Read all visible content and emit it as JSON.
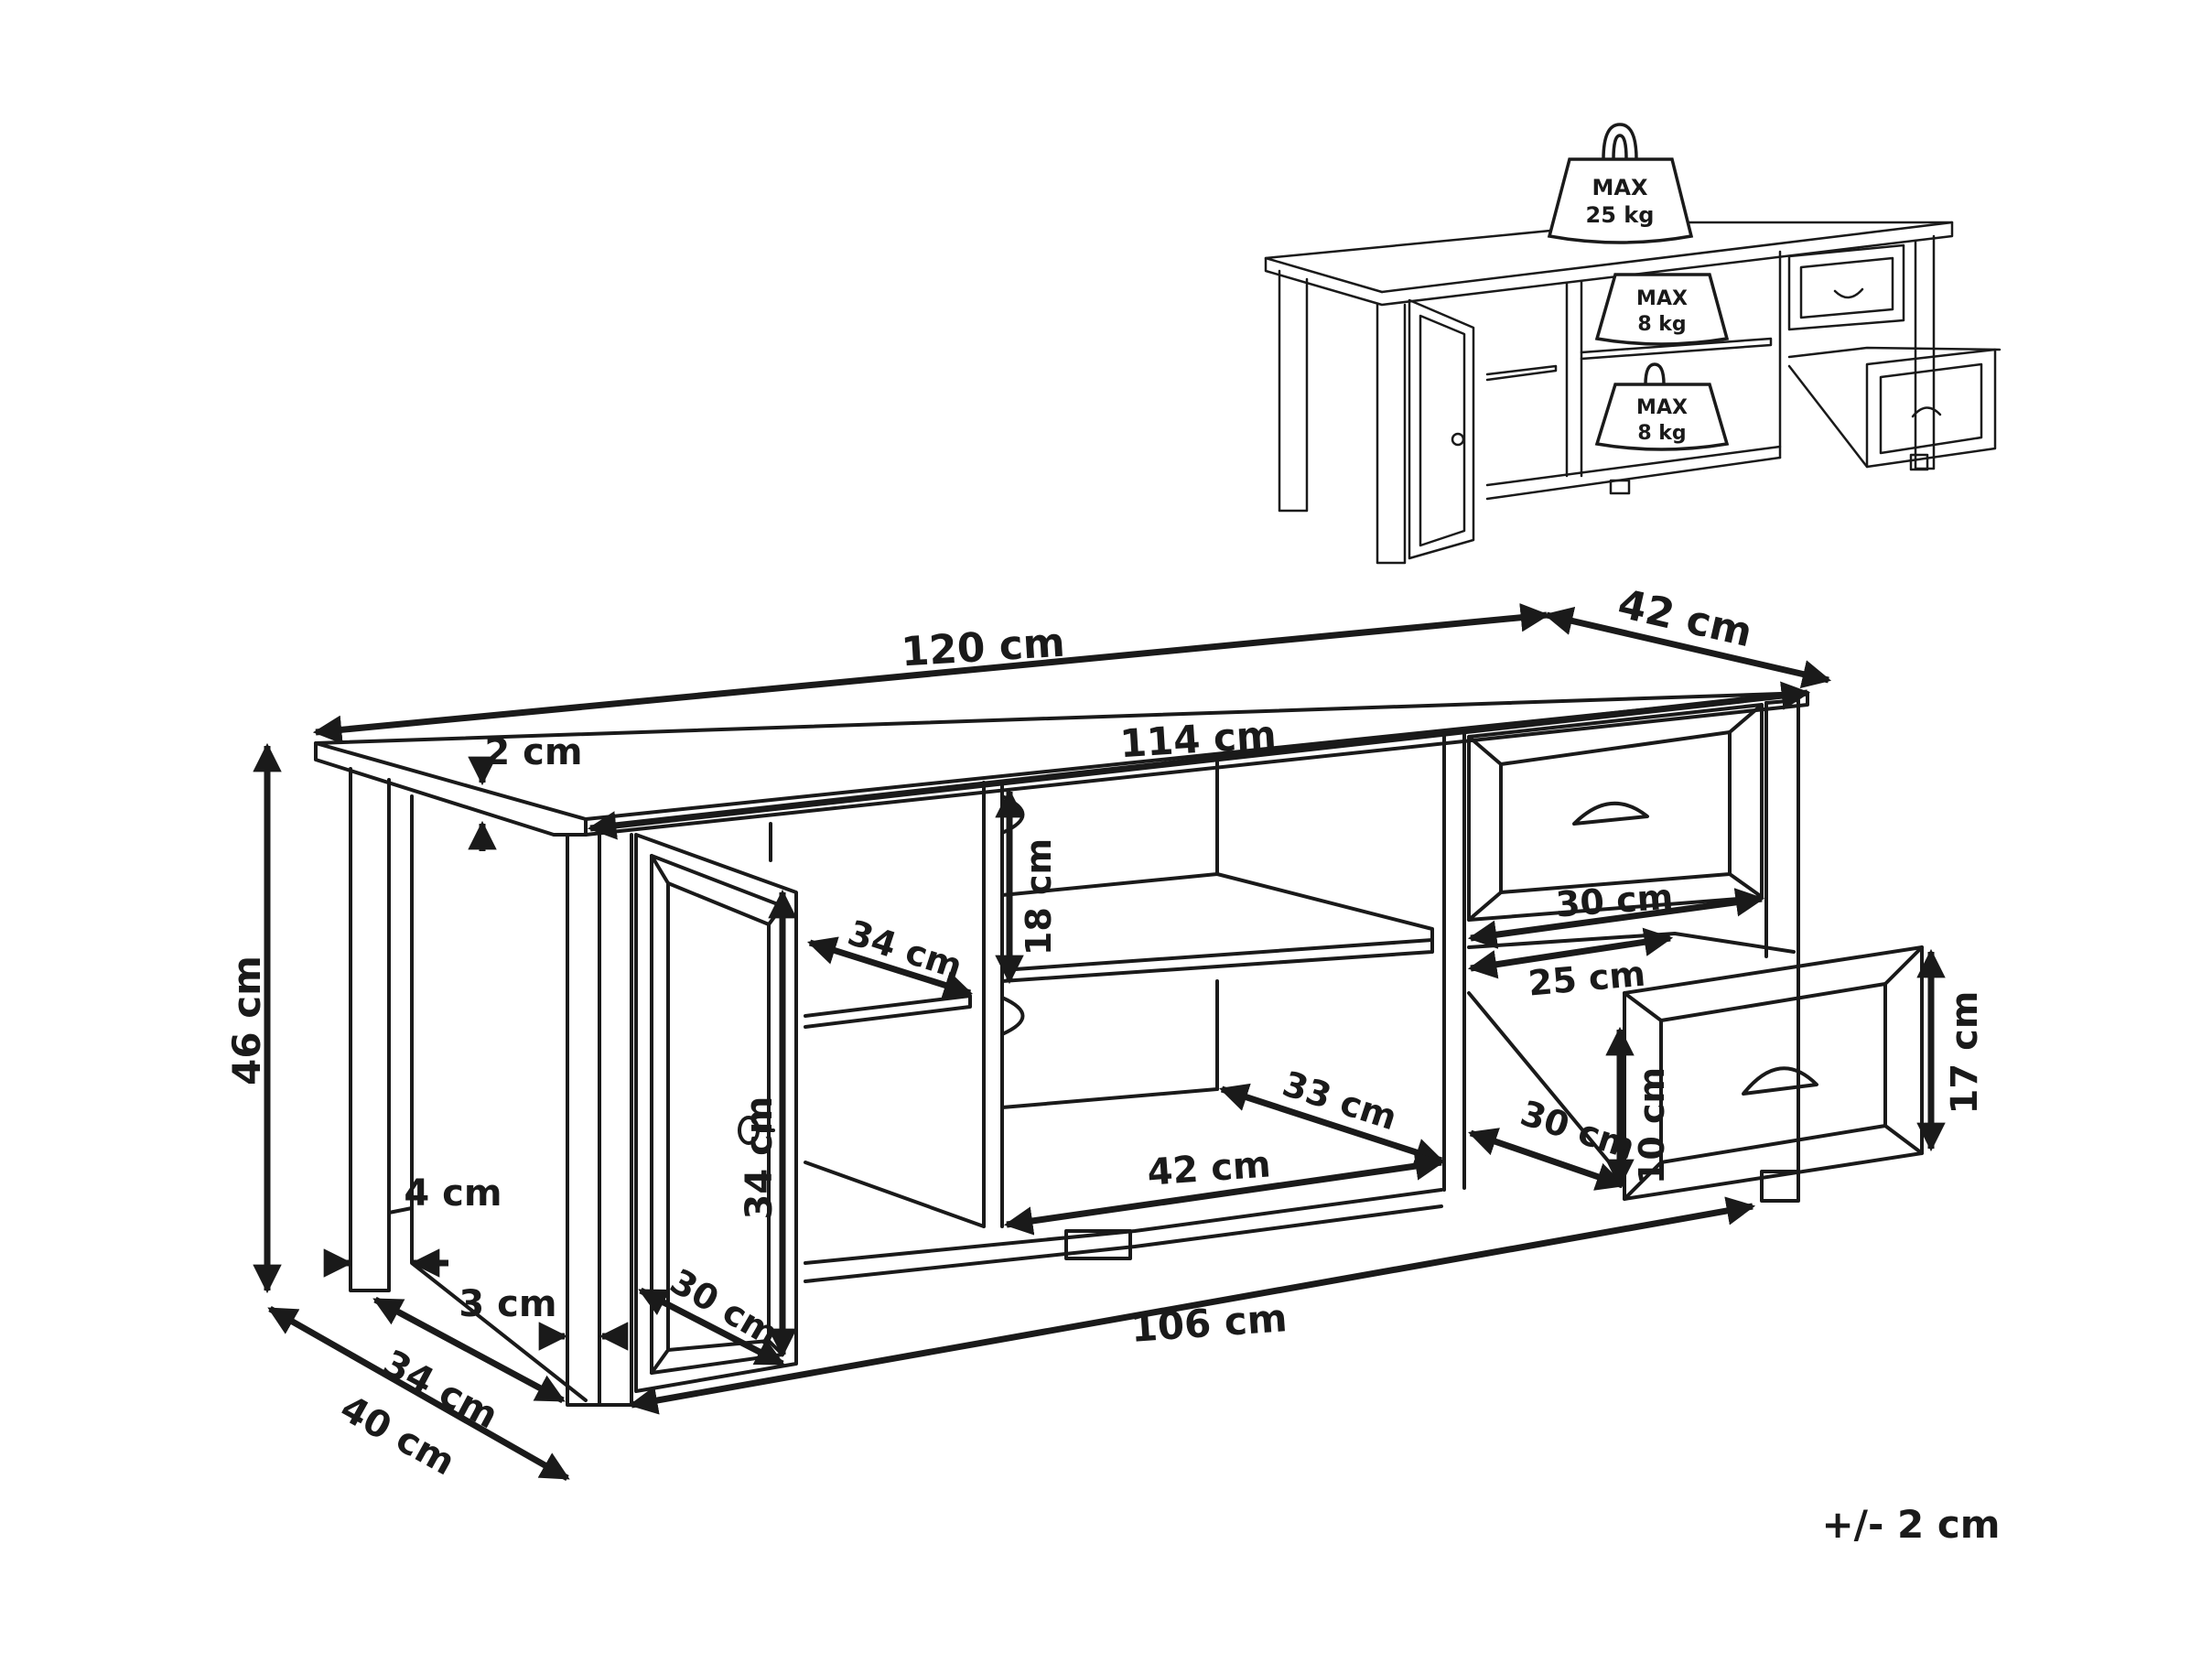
{
  "diagram": {
    "weights": [
      {
        "line1": "MAX",
        "line2": "25 kg"
      },
      {
        "line1": "MAX",
        "line2": "8 kg"
      },
      {
        "line1": "MAX",
        "line2": "8 kg"
      }
    ],
    "dimensions": {
      "total_width": "120 cm",
      "total_depth": "42 cm",
      "inner_width": "114 cm",
      "top_thickness": "2 cm",
      "height": "46 cm",
      "leg_width": "4 cm",
      "side_inset": "3 cm",
      "inner_depth": "34 cm",
      "base_depth": "40 cm",
      "base_width": "106 cm",
      "door_width": "30 cm",
      "door_height": "34 cm",
      "shelf_depth_left": "34 cm",
      "shelf_height": "18 cm",
      "center_depth": "33 cm",
      "center_width": "42 cm",
      "drawer_width": "30 cm",
      "drawer_depth": "25 cm",
      "drawer_inner_height": "10 cm",
      "drawer_front_height": "17 cm",
      "drawer_bottom_width": "30 cm"
    },
    "tolerance": "+/- 2 cm"
  }
}
